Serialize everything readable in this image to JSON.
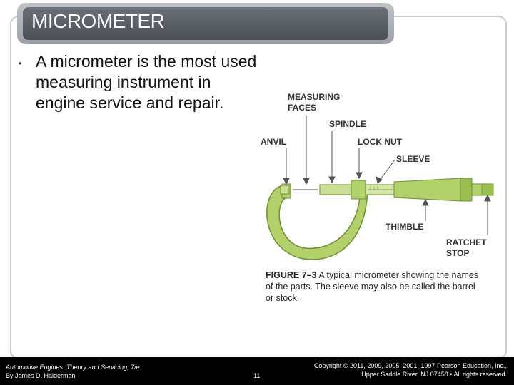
{
  "slide": {
    "title": "MICROMETER",
    "bullet": "A micrometer is the most used measuring instrument in engine service and repair."
  },
  "figure": {
    "labels": {
      "measuring_faces_1": "MEASURING",
      "measuring_faces_2": "FACES",
      "spindle": "SPINDLE",
      "anvil": "ANVIL",
      "lock_nut": "LOCK NUT",
      "sleeve": "SLEEVE",
      "thimble": "THIMBLE",
      "ratchet_1": "RATCHET",
      "ratchet_2": "STOP"
    },
    "caption_label": "FIGURE 7–3",
    "caption_text": "A typical micrometer showing the names of the parts. The sleeve may also be called the barrel or stock."
  },
  "footer": {
    "book_title": "Automotive Engines: Theory and Servicing, 7/e",
    "author": "By James D. Halderman",
    "page": "11",
    "copyright_1": "Copyright © 2011, 2009, 2005, 2001, 1997 Pearson Education, Inc.,",
    "copyright_2": "Upper Saddle River, NJ 07458 • All rights reserved."
  },
  "colors": {
    "frame_green": "#b2d16a",
    "frame_dark": "#7fa040",
    "footer_bg": "#000000"
  }
}
